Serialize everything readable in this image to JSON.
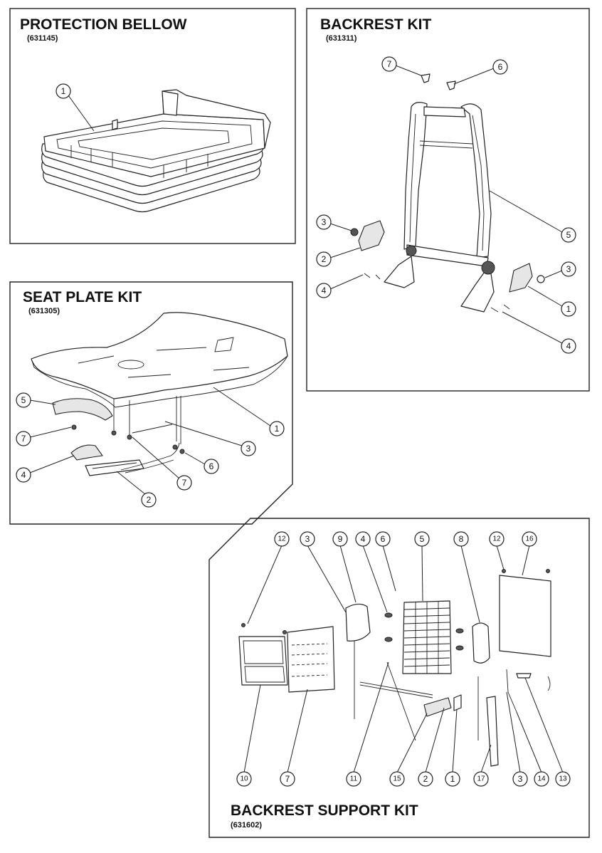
{
  "panels": {
    "protection_bellow": {
      "title": "PROTECTION BELLOW",
      "part_number": "(631145)",
      "callouts": [
        "1"
      ]
    },
    "backrest_kit": {
      "title": "BACKREST KIT",
      "part_number": "(631311)",
      "callouts": [
        "7",
        "6",
        "5",
        "3",
        "2",
        "4",
        "3",
        "1",
        "4"
      ]
    },
    "seat_plate_kit": {
      "title": "SEAT PLATE KIT",
      "part_number": "(631305)",
      "callouts": [
        "5",
        "1",
        "7",
        "3",
        "6",
        "4",
        "7",
        "2"
      ]
    },
    "backrest_support_kit": {
      "title": "BACKREST SUPPORT KIT",
      "part_number": "(631602)",
      "callouts_top": [
        "12",
        "3",
        "9",
        "4",
        "6",
        "5",
        "8",
        "12",
        "16"
      ],
      "callouts_bottom": [
        "10",
        "7",
        "11",
        "15",
        "2",
        "1",
        "17",
        "3",
        "14",
        "13"
      ]
    }
  }
}
